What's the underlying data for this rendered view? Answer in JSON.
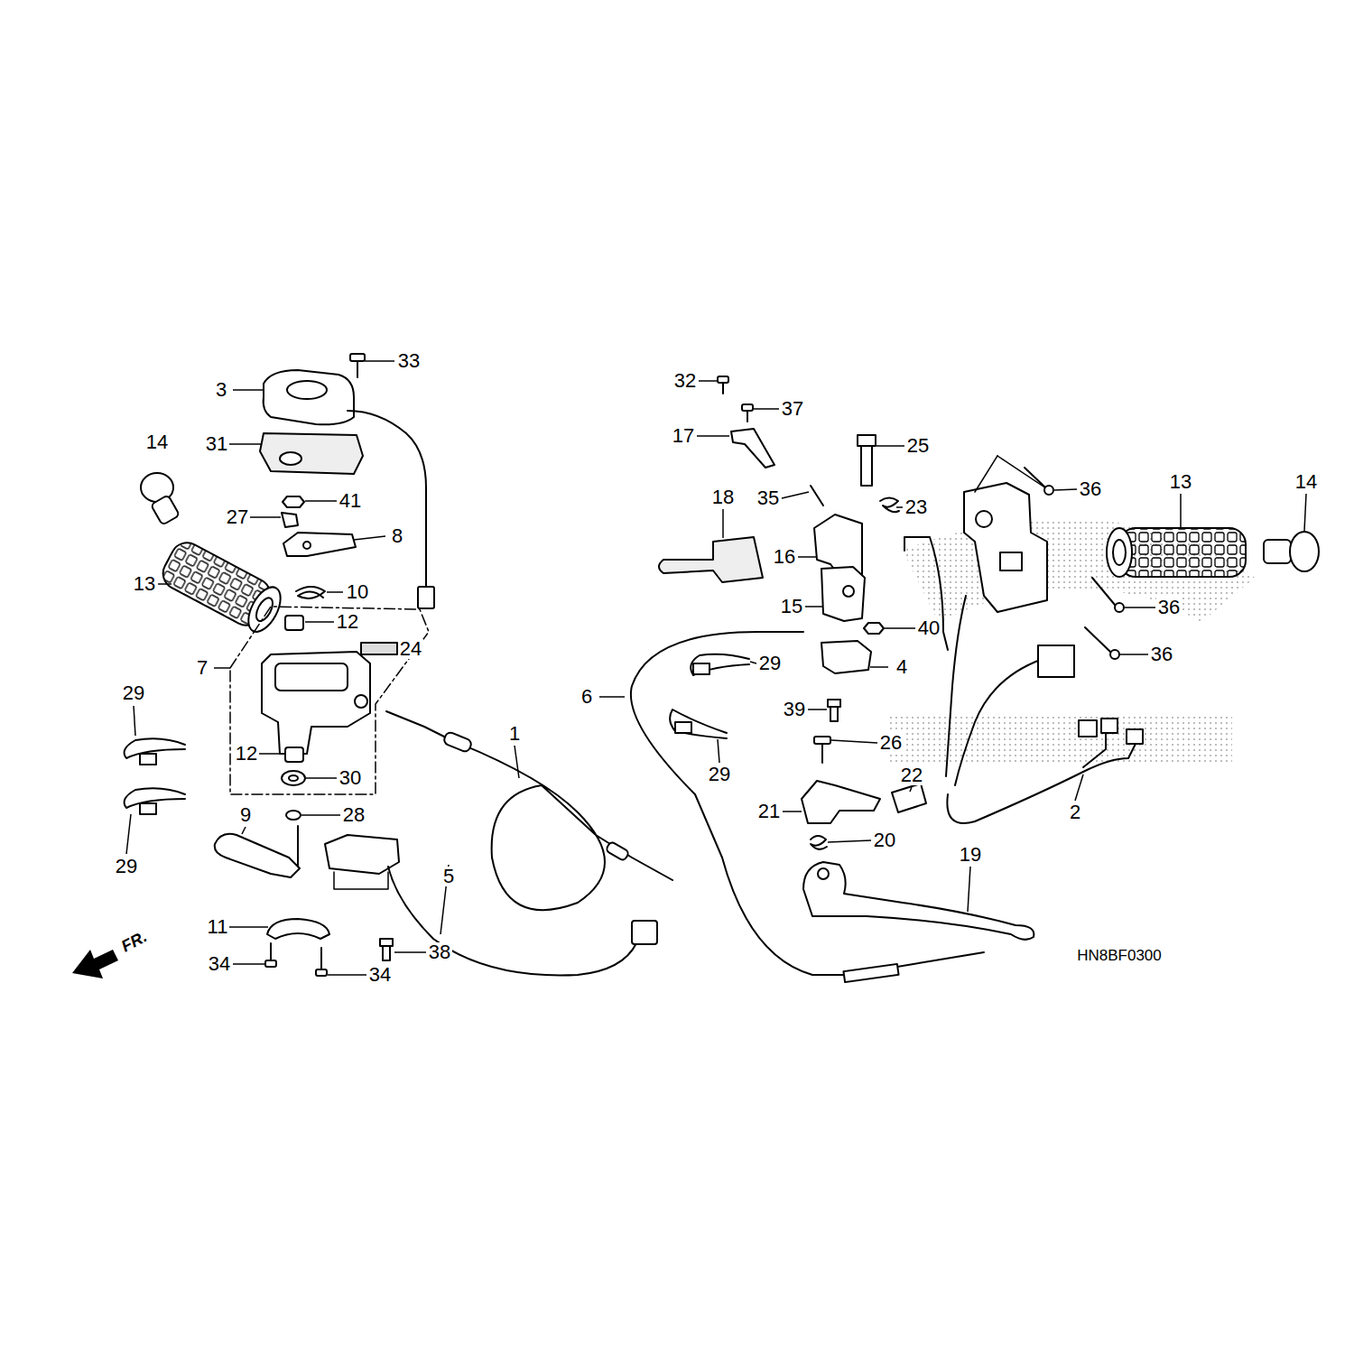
{
  "diagram": {
    "labels": [
      "33",
      "3",
      "31",
      "14",
      "41",
      "27",
      "8",
      "13",
      "10",
      "12",
      "24",
      "7",
      "29",
      "12",
      "30",
      "29",
      "9",
      "28",
      "1",
      "5",
      "11",
      "34",
      "34",
      "38",
      "6",
      "32",
      "37",
      "17",
      "25",
      "18",
      "35",
      "23",
      "36",
      "13",
      "14",
      "16",
      "36",
      "15",
      "40",
      "29",
      "4",
      "36",
      "39",
      "29",
      "26",
      "22",
      "21",
      "2",
      "20",
      "19",
      "HN8BF0300",
      "FR."
    ]
  }
}
